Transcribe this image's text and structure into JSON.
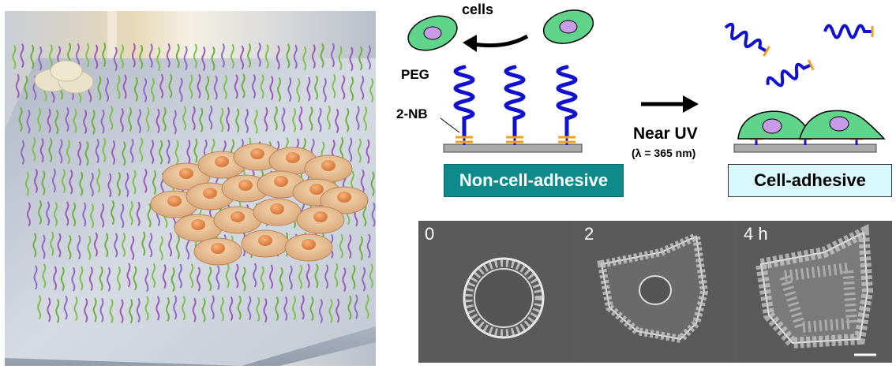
{
  "schematic": {
    "cells_label": "cells",
    "peg_label": "PEG",
    "nb_label": "2-NB",
    "near_uv_label": "Near UV",
    "wavelength_label": "(λ = 365 nm)",
    "non_adhesive_label": "Non-cell-adhesive",
    "adhesive_label": "Cell-adhesive"
  },
  "micrographs": {
    "panels": [
      {
        "label": "0"
      },
      {
        "label": "2"
      },
      {
        "label": "4 h"
      }
    ]
  },
  "colors": {
    "peg_blue": "#1010d0",
    "linker_orange": "#f0a020",
    "cell_green": "#5fd48a",
    "nucleus_purple": "#c89be8",
    "teal_box": "#0e8a8a",
    "light_box": "#d8f8fb"
  }
}
